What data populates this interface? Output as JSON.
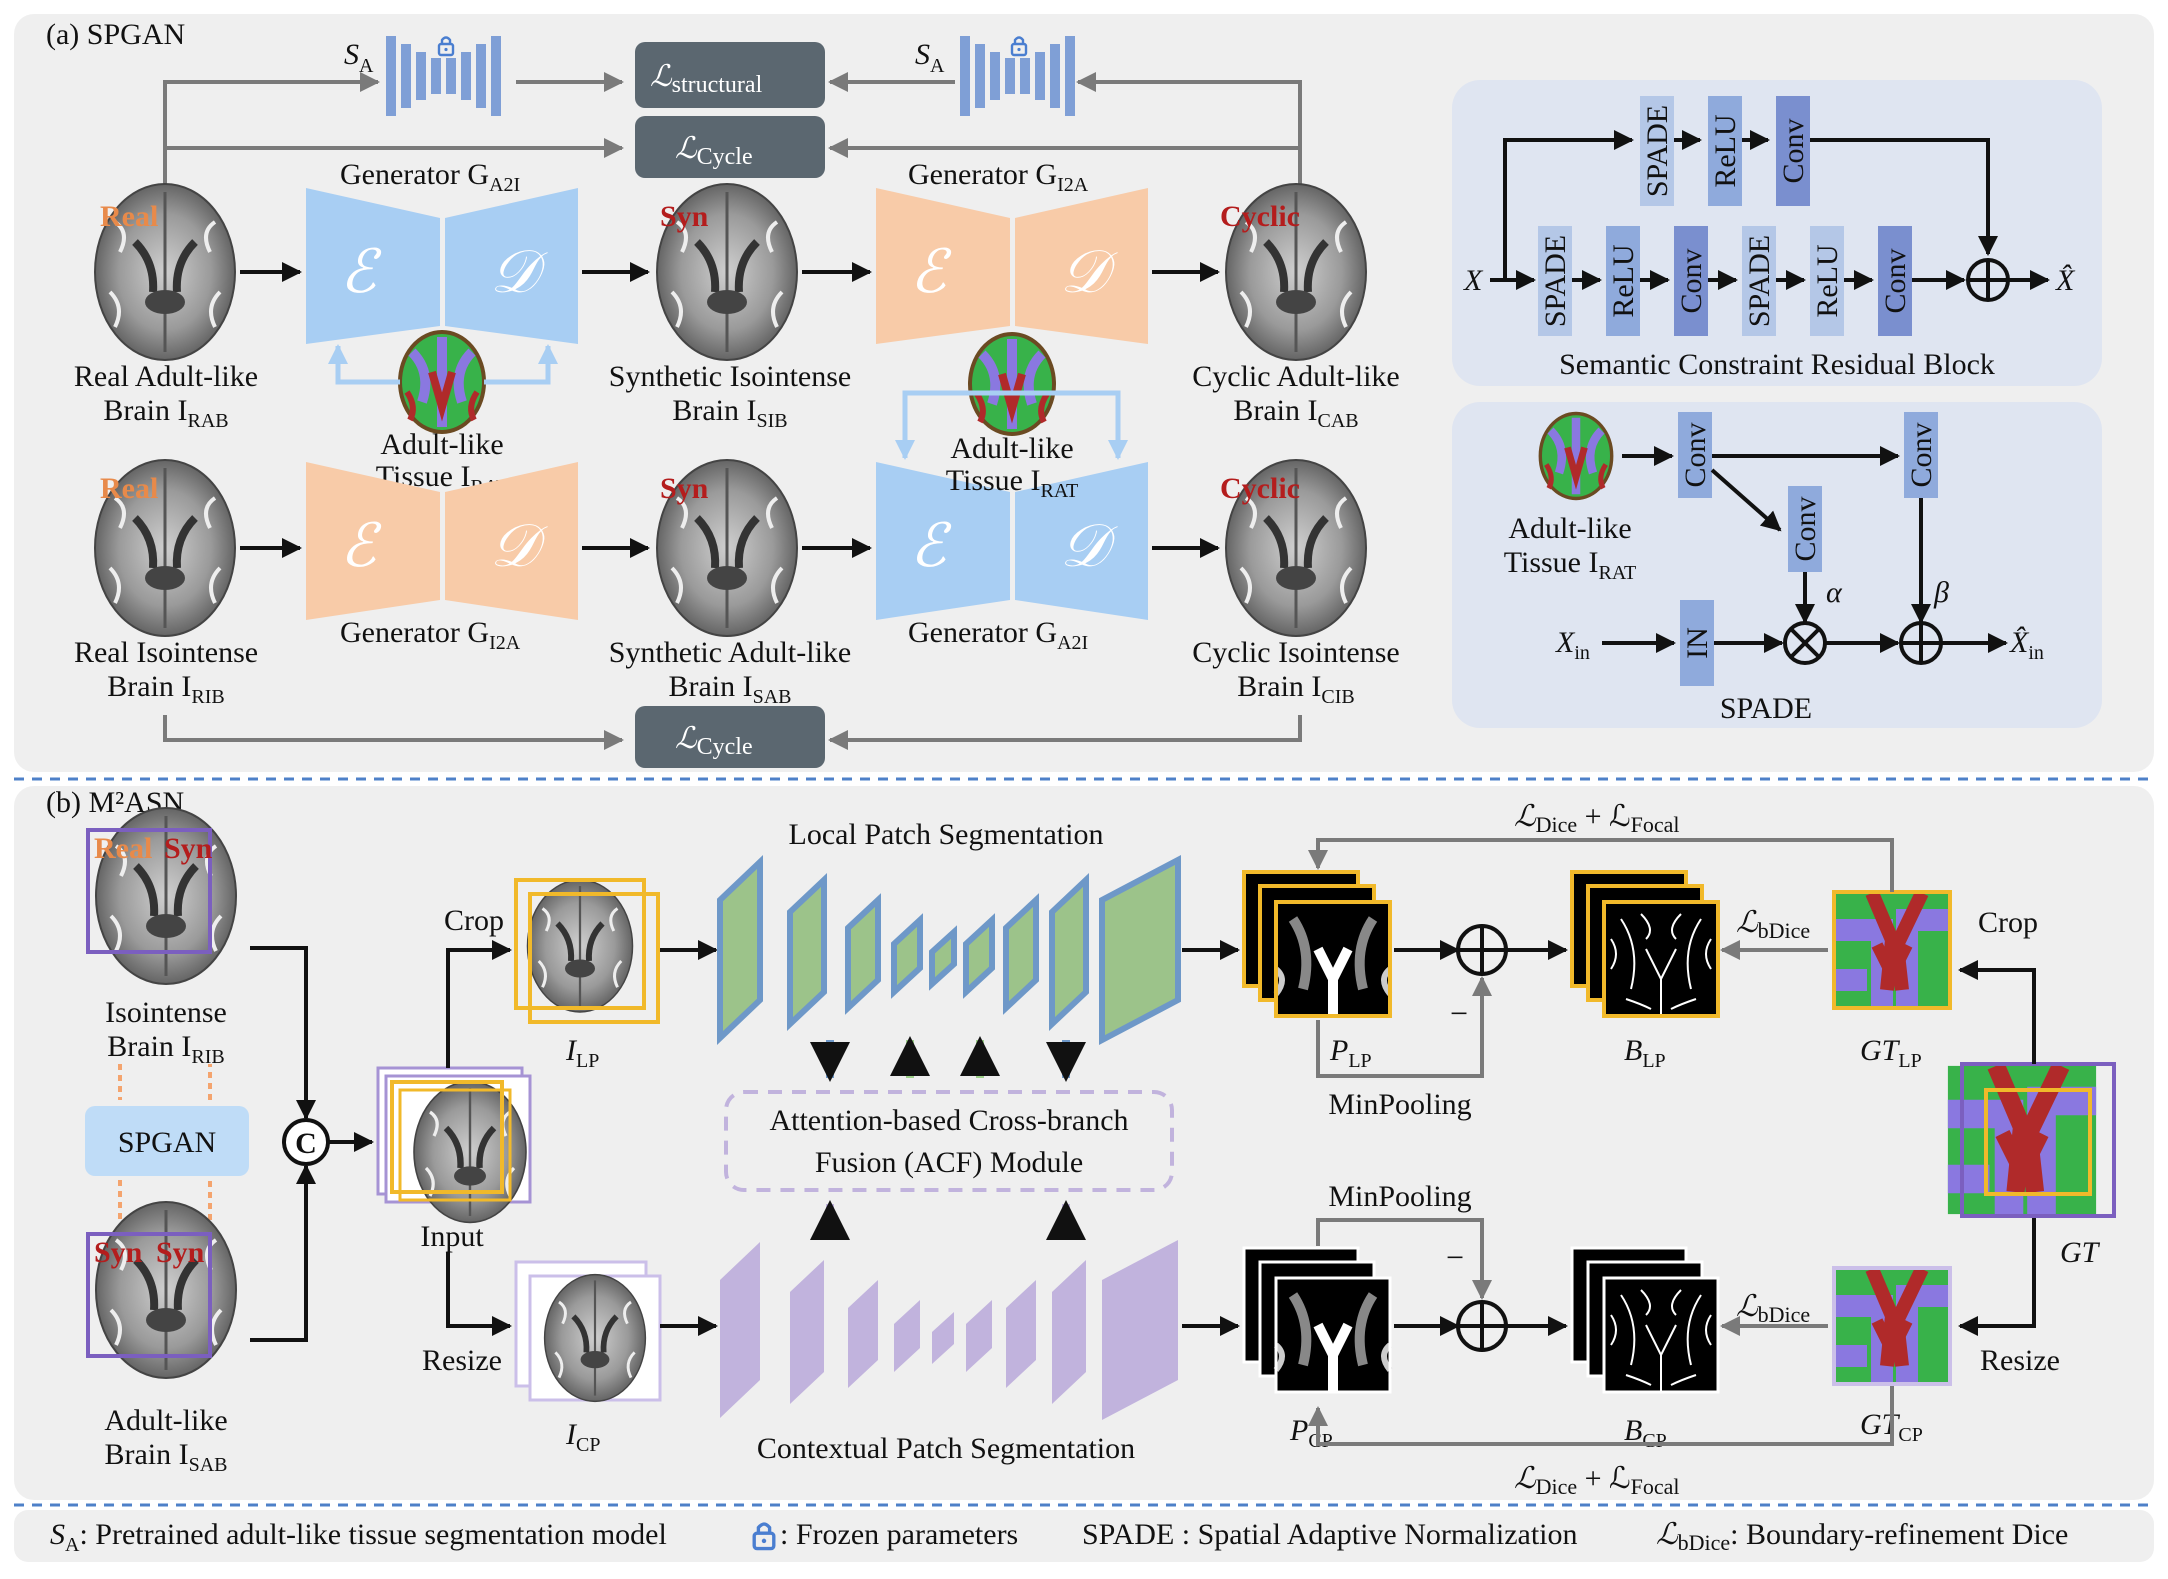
{
  "panel_a": {
    "title": "(a) SPGAN",
    "s_a": "S",
    "s_a_sub": "A",
    "loss_structural": "ℒ",
    "loss_structural_sub": "structural",
    "loss_cycle": "ℒ",
    "loss_cycle_sub": "Cycle",
    "gen_a2i": "Generator G",
    "gen_a2i_sub": "A2I",
    "gen_i2a": "Generator G",
    "gen_i2a_sub": "I2A",
    "enc_symbol": "ℰ",
    "dec_symbol": "𝒟",
    "tag_real": "Real",
    "tag_syn": "Syn",
    "tag_cyclic": "Cyclic",
    "row1": {
      "real_l1": "Real Adult-like",
      "real_l2": "Brain I",
      "real_sub": "RAB",
      "syn_l1": "Synthetic Isointense",
      "syn_l2": "Brain I",
      "syn_sub": "SIB",
      "cyc_l1": "Cyclic Adult-like",
      "cyc_l2": "Brain I",
      "cyc_sub": "CAB",
      "tissue_l1": "Adult-like",
      "tissue_l2": "Tissue I",
      "tissue_sub": "RAT"
    },
    "row2": {
      "real_l1": "Real Isointense",
      "real_l2": "Brain I",
      "real_sub": "RIB",
      "syn_l1": "Synthetic Adult-like",
      "syn_l2": "Brain I",
      "syn_sub": "SAB",
      "cyc_l1": "Cyclic Isointense",
      "cyc_l2": "Brain I",
      "cyc_sub": "CIB",
      "tissue_l1": "Adult-like",
      "tissue_l2": "Tissue I",
      "tissue_sub": "RAT"
    },
    "scrb": {
      "title": "Semantic Constraint Residual Block",
      "x_in": "X",
      "x_out": "X̂",
      "blocks_top": [
        "SPADE",
        "ReLU",
        "Conv"
      ],
      "blocks_main": [
        "SPADE",
        "ReLU",
        "Conv",
        "SPADE",
        "ReLU",
        "Conv"
      ]
    },
    "spade": {
      "title": "SPADE",
      "tissue_l1": "Adult-like",
      "tissue_l2": "Tissue I",
      "tissue_sub": "RAT",
      "conv": "Conv",
      "in_block": "IN",
      "alpha": "α",
      "beta": "β",
      "x_in": "X",
      "x_in_sub": "in",
      "x_out": "X̂",
      "x_out_sub": "in"
    }
  },
  "panel_b": {
    "title": "(b) M²ASN",
    "tag_real": "Real",
    "tag_syn": "Syn",
    "iso_l1": "Isointense",
    "iso_l2": "Brain I",
    "iso_sub": "RIB",
    "adult_l1": "Adult-like",
    "adult_l2": "Brain I",
    "adult_sub": "SAB",
    "spgan": "SPGAN",
    "concat": "C",
    "input": "Input",
    "crop": "Crop",
    "resize": "Resize",
    "i_lp": "I",
    "i_lp_sub": "LP",
    "i_cp": "I",
    "i_cp_sub": "CP",
    "local_seg": "Local Patch Segmentation",
    "ctx_seg": "Contextual Patch Segmentation",
    "acf_l1": "Attention-based Cross-branch",
    "acf_l2": "Fusion (ACF) Module",
    "p_lp": "P",
    "p_lp_sub": "LP",
    "p_cp": "P",
    "p_cp_sub": "CP",
    "b_lp": "B",
    "b_lp_sub": "LP",
    "b_cp": "B",
    "b_cp_sub": "CP",
    "gt_lp": "GT",
    "gt_lp_sub": "LP",
    "gt_cp": "GT",
    "gt_cp_sub": "CP",
    "gt": "GT",
    "minpooling": "MinPooling",
    "minus": "−",
    "loss_dice_focal": "ℒ",
    "dice_sub": "Dice",
    "plus": " + ℒ",
    "focal_sub": "Focal",
    "loss_bdice": "ℒ",
    "bdice_sub": "bDice"
  },
  "legend": {
    "sa": "S",
    "sa_sub": "A",
    "sa_desc": ": Pretrained adult-like tissue segmentation model",
    "lock_desc": " : Frozen parameters",
    "spade_desc": "SPADE : Spatial Adaptive Normalization",
    "bdice": "ℒ",
    "bdice_sub": "bDice",
    "bdice_desc": ": Boundary-refinement Dice"
  },
  "colors": {
    "blue_gen": "#a8cef3",
    "orange_gen": "#f8cba8",
    "loss_box": "#5b6770",
    "green_seg": "#9cc38a",
    "purple_seg": "#c1b3dd",
    "orange_label": "#e88a4a",
    "red_label": "#b41d1d",
    "spade_block": "#8faadc",
    "spade_block_light": "#b4c7e7"
  }
}
